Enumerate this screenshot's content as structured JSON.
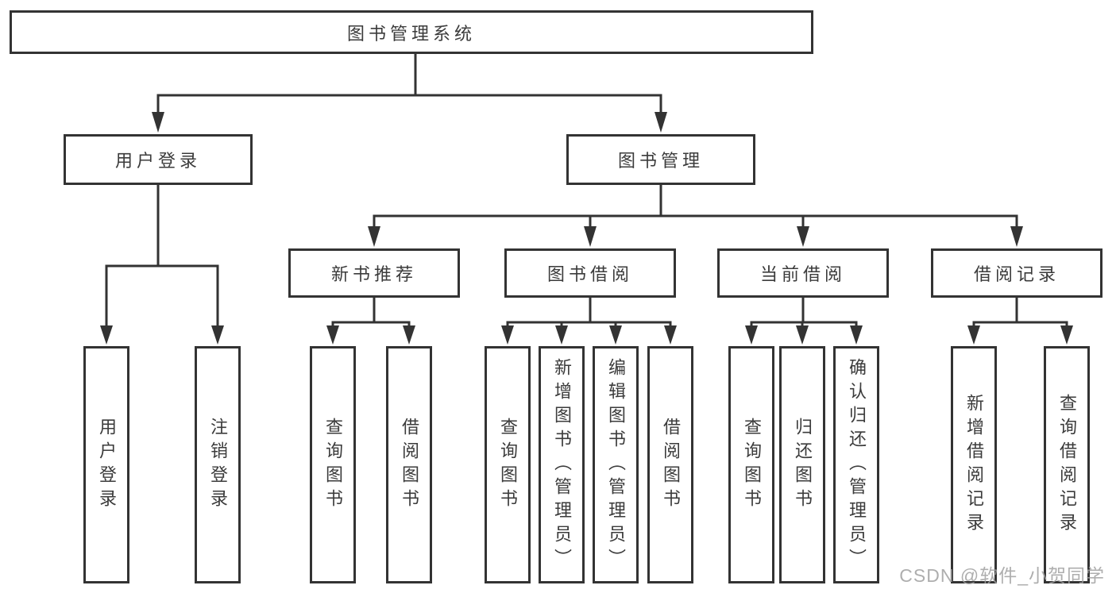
{
  "root": {
    "label": "图书管理系统"
  },
  "branches": [
    {
      "label": "用户登录",
      "children": [
        {
          "label": "用户登录"
        },
        {
          "label": "注销登录"
        }
      ]
    },
    {
      "label": "图书管理",
      "children": [
        {
          "label": "新书推荐",
          "children": [
            {
              "label": "查询图书"
            },
            {
              "label": "借阅图书"
            }
          ]
        },
        {
          "label": "图书借阅",
          "children": [
            {
              "label": "查询图书"
            },
            {
              "label": "新增图书（管理员）"
            },
            {
              "label": "编辑图书（管理员）"
            },
            {
              "label": "借阅图书"
            }
          ]
        },
        {
          "label": "当前借阅",
          "children": [
            {
              "label": "查询图书"
            },
            {
              "label": "归还图书"
            },
            {
              "label": "确认归还（管理员）"
            }
          ]
        },
        {
          "label": "借阅记录",
          "children": [
            {
              "label": "新增借阅记录"
            },
            {
              "label": "查询借阅记录"
            }
          ]
        }
      ]
    }
  ],
  "watermark": "CSDN @软件_小贺同学",
  "colors": {
    "line": "#333333",
    "text": "#3b3b3b",
    "watermark": "#a0a0a0",
    "bg": "#ffffff"
  }
}
